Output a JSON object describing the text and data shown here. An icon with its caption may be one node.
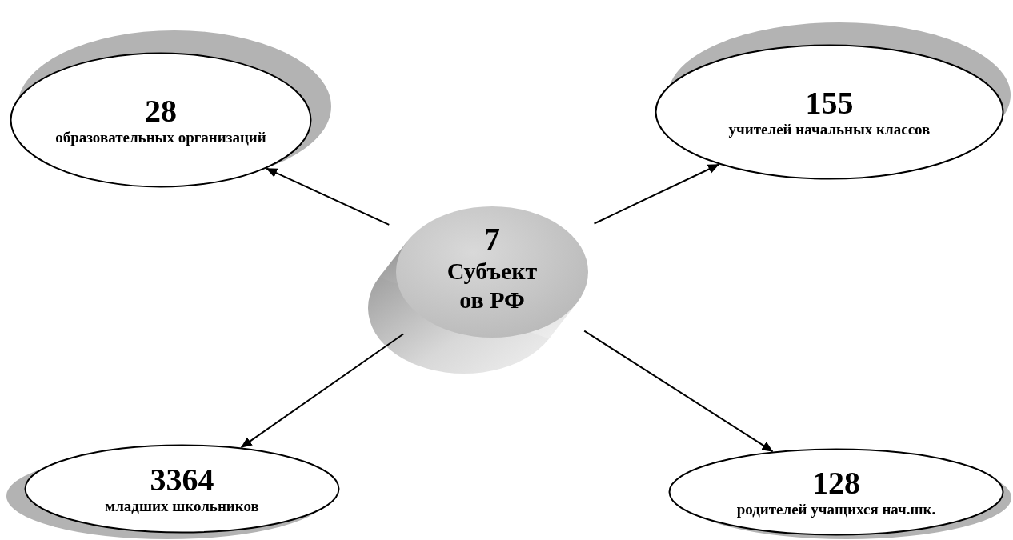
{
  "diagram": {
    "nodes": [
      {
        "text": [
          "28",
          "образовательных организаций"
        ]
      },
      {
        "text": [
          "155",
          "учителей начальных классов"
        ]
      },
      {
        "text": [
          "7",
          "Субъект ов РФ"
        ]
      },
      {
        "text": [
          "3364",
          "младших школьников"
        ]
      },
      {
        "text": [
          "128",
          "родителей учащихся нач.шк."
        ]
      }
    ],
    "edges": [
      {
        "from": 2,
        "to": 0,
        "arrow": "to"
      },
      {
        "from": 2,
        "to": 1,
        "arrow": "to"
      },
      {
        "from": 2,
        "to": 3,
        "arrow": "to"
      },
      {
        "from": 2,
        "to": 4,
        "arrow": "to"
      }
    ]
  }
}
